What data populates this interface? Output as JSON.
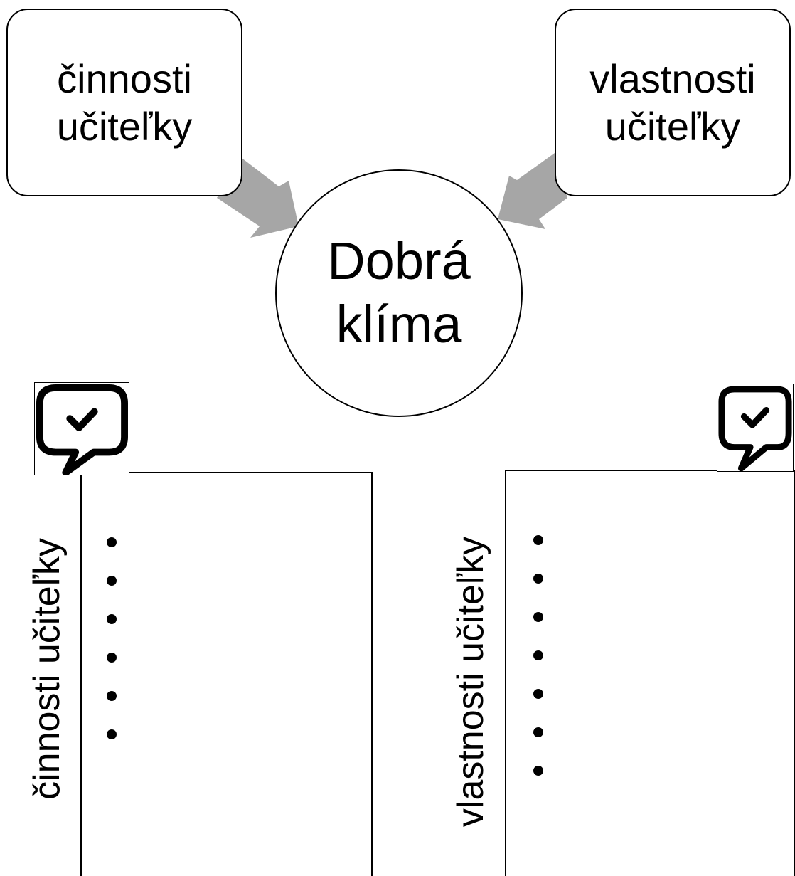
{
  "diagram": {
    "center": {
      "line1": "Dobrá",
      "line2": "klíma"
    },
    "left_box": {
      "line1": "činnosti",
      "line2": "učiteľky"
    },
    "right_box": {
      "line1": "vlastnosti",
      "line2": "učiteľky"
    },
    "arrow_color": "#a6a6a6"
  },
  "panels": {
    "left": {
      "label": "činnosti učiteľky",
      "bullet_count": 6,
      "icon": "speech-bubble-check-icon"
    },
    "right": {
      "label": "vlastnosti učiteľky",
      "bullet_count": 7,
      "icon": "speech-bubble-check-icon"
    }
  }
}
